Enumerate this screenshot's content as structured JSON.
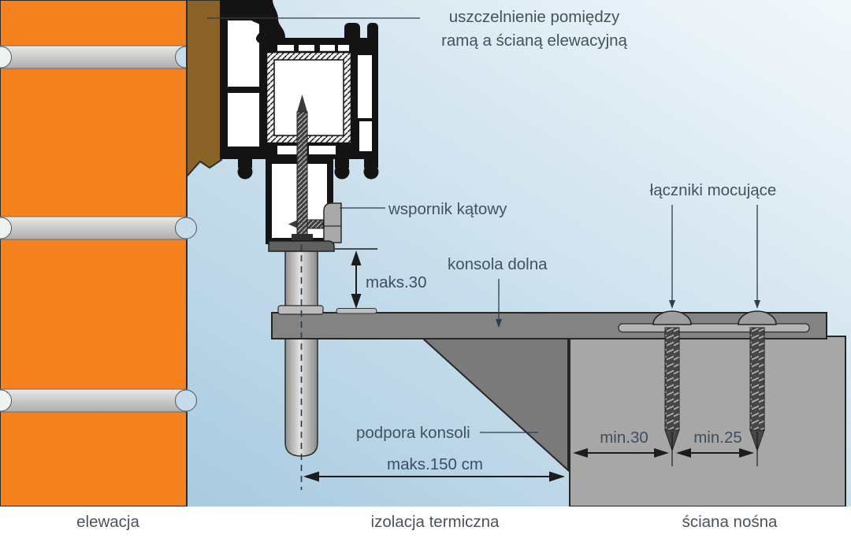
{
  "diagram": {
    "title_semantics": "window mounting detail on bottom console (warm installation)",
    "callouts": {
      "seal_line1": "uszczelnienie pomiędzy",
      "seal_line2": "ramą a ścianą elewacyjną",
      "bracket": "wspornik kątowy",
      "console": "konsola dolna",
      "fasteners": "łączniki mocujące",
      "support": "podpora konsoli"
    },
    "dimensions": {
      "offset_max": "maks.30",
      "reach_max": "maks.150 cm",
      "embed_min": "min.30",
      "edge_min": "min.25"
    },
    "legend": {
      "facade": "elewacja",
      "insulation": "izolacja termiczna",
      "wall": "ściana nośna"
    },
    "colors": {
      "brick": "#f5821f",
      "mortar": "#c9c9c9",
      "sealing_tape": "#8a6227",
      "profile_black": "#141414",
      "console_gray": "#838383",
      "support_gray": "#7a7a7a",
      "wall_gray": "#a7a7a7",
      "rod_gray": "#d6d6d6",
      "text": "#43525f",
      "background_top": "#f3f8fb",
      "background_bottom": "#9dc3dc"
    }
  }
}
